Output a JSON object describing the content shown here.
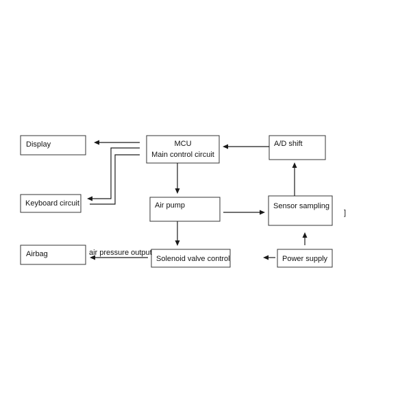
{
  "diagram": {
    "blocks": {
      "display": "Display",
      "mcu_line1": "MCU",
      "mcu_line2": "Main control circuit",
      "ad_shift": "A/D shift",
      "keyboard": "Keyboard circuit",
      "air_pump": "Air pump",
      "sensor": "Sensor sampling",
      "airbag": "Airbag",
      "solenoid": "Solenoid valve control",
      "power": "Power supply"
    },
    "edge_labels": {
      "air_pressure_output": "air pressure output"
    },
    "stray_mark": "]",
    "colors": {
      "stroke": "#333333",
      "arrow": "#1a1a1a",
      "text": "#111111",
      "background": "#ffffff"
    }
  }
}
